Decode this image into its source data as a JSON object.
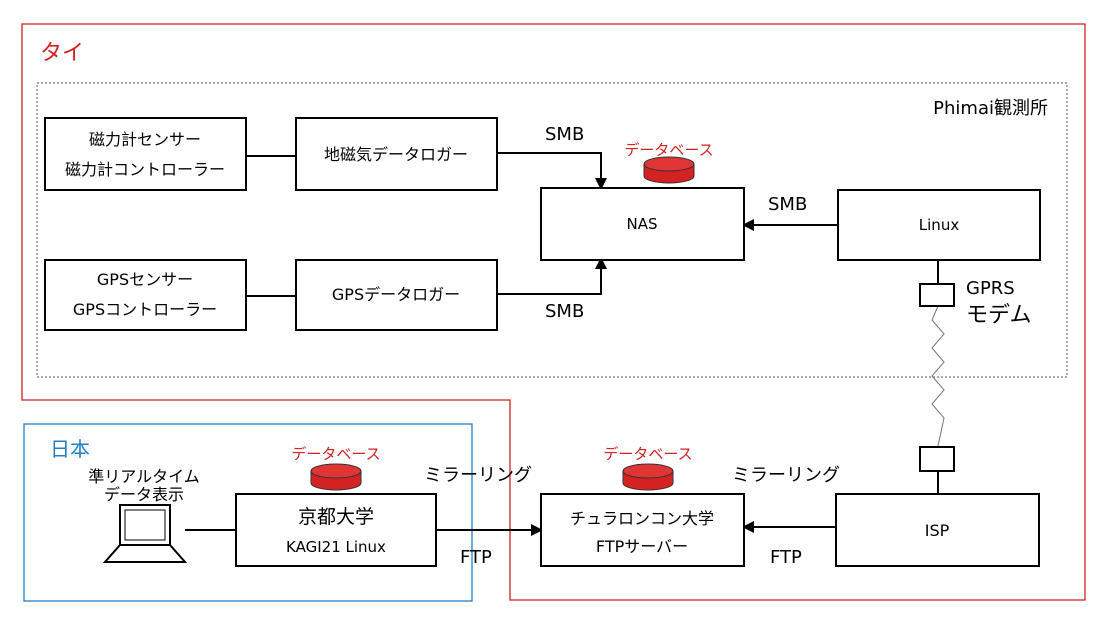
{
  "regions": {
    "thailand": {
      "label": "タイ",
      "color": "#d42121"
    },
    "japan": {
      "label": "日本",
      "color": "#1f7fc8"
    },
    "phimai": {
      "label": "Phimai観測所"
    }
  },
  "nodes": {
    "magnetometer": {
      "line1": "磁力計センサー",
      "line2": "磁力計コントローラー"
    },
    "geomag_logger": {
      "label": "地磁気データロガー"
    },
    "gps": {
      "line1": "GPSセンサー",
      "line2": "GPSコントローラー"
    },
    "gps_logger": {
      "label": "GPSデータロガー"
    },
    "nas": {
      "label": "NAS"
    },
    "linux": {
      "label": "Linux"
    },
    "gprs": {
      "line1": "GPRS",
      "line2": "モデム"
    },
    "isp": {
      "label": "ISP"
    },
    "chula": {
      "line1": "チュラロンコン大学",
      "line2": "FTPサーバー"
    },
    "kyoto": {
      "line1": "京都大学",
      "line2": "KAGI21 Linux"
    },
    "realtime": {
      "line1": "準リアルタイム",
      "line2": "データ表示"
    }
  },
  "databases": {
    "nas_db": "データベース",
    "kyoto_db": "データベース",
    "chula_db": "データベース"
  },
  "edges": {
    "smb_top": "SMB",
    "smb_bottom": "SMB",
    "smb_linux": "SMB",
    "mirror_left": "ミラーリング",
    "mirror_right": "ミラーリング",
    "ftp_left": "FTP",
    "ftp_right": "FTP"
  },
  "colors": {
    "db_fill": "#d42121",
    "line": "#000000"
  }
}
